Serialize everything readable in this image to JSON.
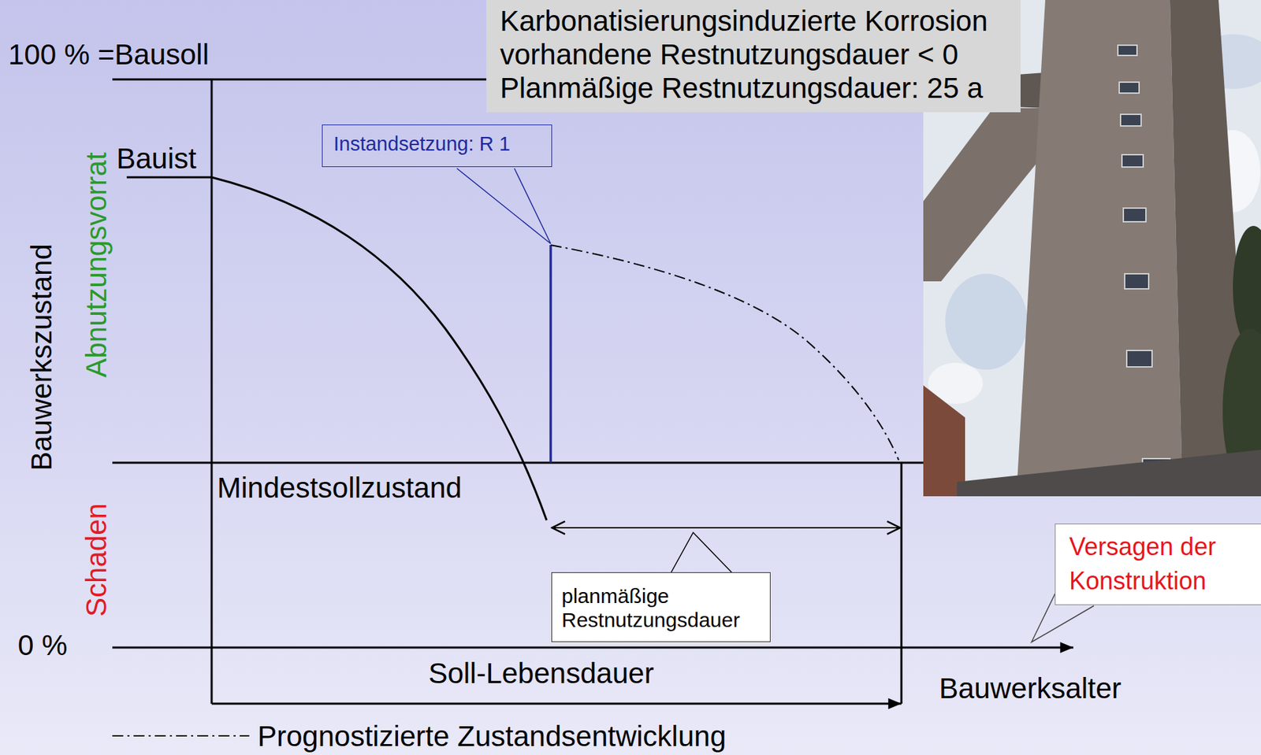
{
  "diagram": {
    "nodes": [
      {
        "text": [
          "Karbonatisierungsinduzierte Korrosion",
          "vorhandene Restnutzungsdauer < 0",
          "Planmäßige Restnutzungsdauer: 25 a"
        ]
      },
      {
        "text": [
          "Instandsetzung: R 1"
        ]
      },
      {
        "text": [
          "planmäßige Restnutzungsdauer"
        ]
      },
      {
        "text": [
          "Versagen der Konstruktion"
        ]
      }
    ],
    "labels": [
      "100 % =Bausoll",
      "Abnutzungsvorrat",
      "Bauist",
      "Bauwerkszustand",
      "Mindestsollzustand",
      "Schaden",
      "0 %",
      "Soll-Lebensdauer",
      "Bauwerksalter"
    ],
    "legend": [
      {
        "text": "Prognostizierte Zustandsentwicklung"
      }
    ]
  }
}
